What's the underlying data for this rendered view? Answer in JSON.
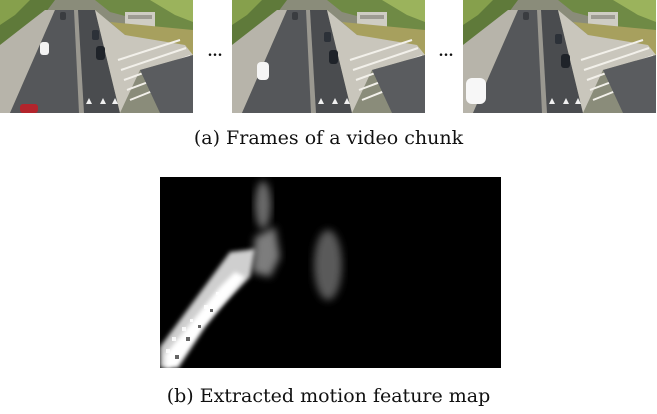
{
  "figure": {
    "panel_a": {
      "frames": [
        {
          "id": "frame-1"
        },
        {
          "id": "frame-2"
        },
        {
          "id": "frame-3"
        }
      ],
      "ellipsis": [
        "...",
        "..."
      ],
      "caption": "(a)  Frames of a video chunk"
    },
    "panel_b": {
      "caption": "(b)  Extracted motion feature map"
    }
  }
}
